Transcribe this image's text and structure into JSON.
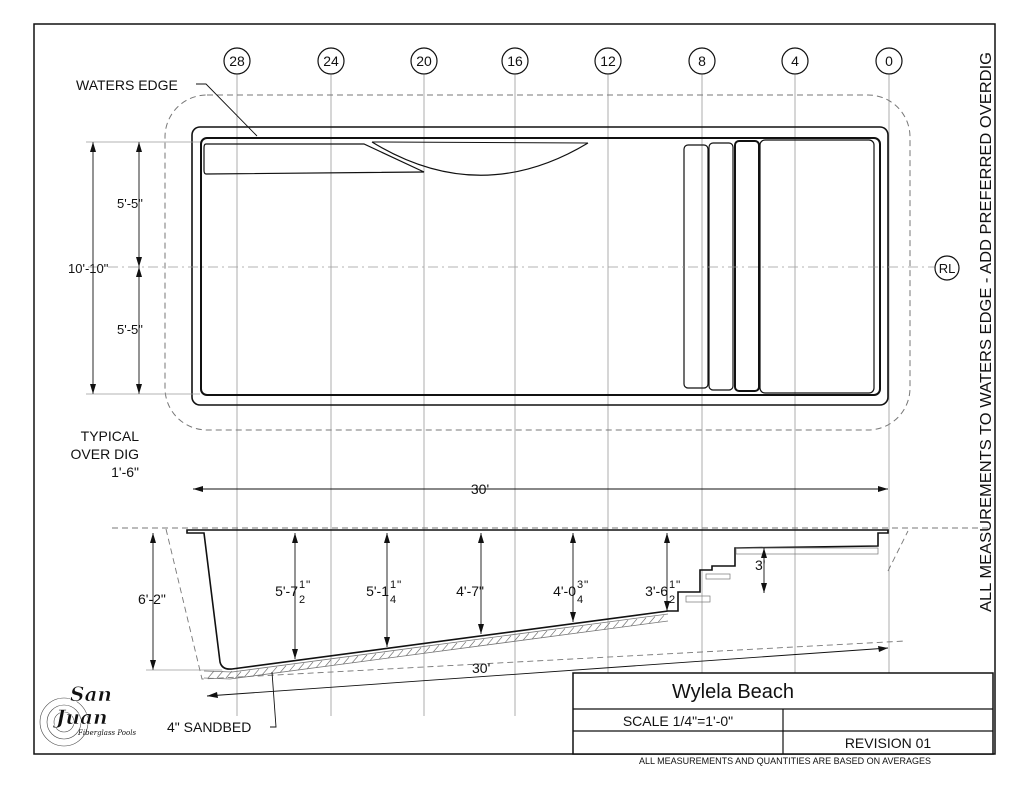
{
  "grid_labels": [
    "28",
    "24",
    "20",
    "16",
    "12",
    "8",
    "4",
    "0"
  ],
  "centerline_symbol": "RL",
  "plan": {
    "waters_edge_label": "WATERS EDGE",
    "half_width_top": "5'-5\"",
    "half_width_bottom": "5'-5\"",
    "overall_width": "10'-10\"",
    "over_dig_label_line1": "TYPICAL",
    "over_dig_label_line2": "OVER DIG",
    "over_dig_value": "1'-6\"",
    "overall_length": "30'"
  },
  "section": {
    "deep_end_depth": "6'-2\"",
    "depths": [
      {
        "whole": "5'-7",
        "num": "1",
        "den": "2",
        "suffix": "\""
      },
      {
        "whole": "5'-1",
        "num": "1",
        "den": "4",
        "suffix": "\""
      },
      {
        "whole": "4'-7\"",
        "num": "",
        "den": "",
        "suffix": ""
      },
      {
        "whole": "4'-0",
        "num": "3",
        "den": "4",
        "suffix": "\""
      },
      {
        "whole": "3'-6",
        "num": "1",
        "den": "2",
        "suffix": "\""
      }
    ],
    "step_depth": "3'",
    "floor_length": "30'",
    "sandbed_label": "4\" SANDBED"
  },
  "side_note": "ALL MEASUREMENTS TO WATERS EDGE - ADD PREFERRED OVERDIG",
  "logo": {
    "line1": "San",
    "line2": "Juan",
    "tagline": "Fiberglass Pools"
  },
  "title_block": {
    "title": "Wylela Beach",
    "scale": "SCALE 1/4\"=1'-0\"",
    "revision": "REVISION 01",
    "footer_note": "ALL MEASUREMENTS AND QUANTITIES ARE BASED ON AVERAGES"
  }
}
